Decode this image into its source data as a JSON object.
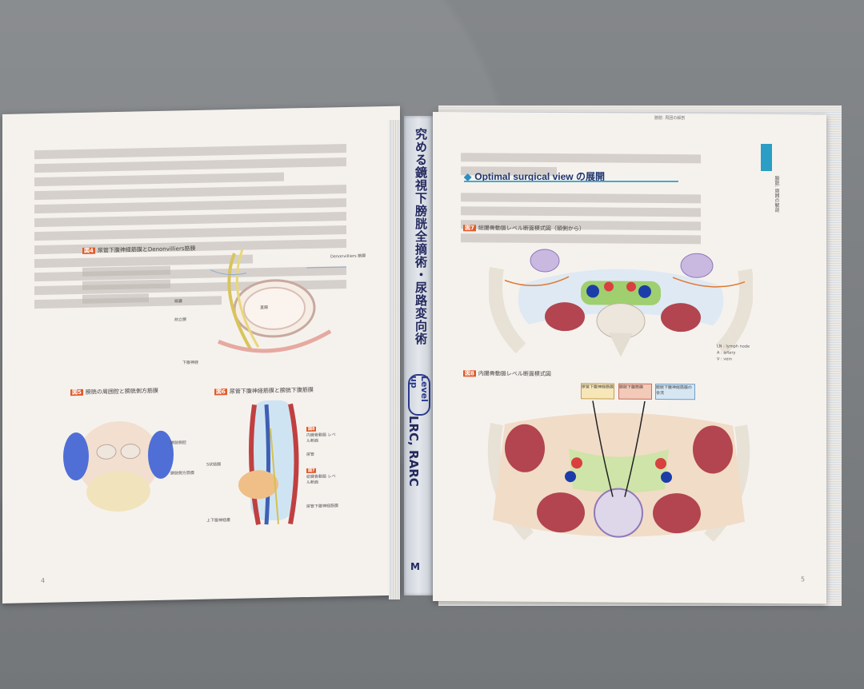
{
  "book": {
    "spine_title": "究める鏡視下膀胱全摘術・尿路変向術",
    "spine_badge": "Level up",
    "spine_sub": "LRC, RARC"
  },
  "left_page": {
    "page_number": "4",
    "fig4_num": "図4",
    "fig4_title": "尿管下腹神経筋膜とDenonvilliers筋膜",
    "fig5_num": "図5",
    "fig5_title": "膀胱の周囲腔と膀胱側方筋膜",
    "fig6_num": "図6",
    "fig6_title": "尿管下腹神経筋膜と膀胱下腹筋膜",
    "labels": {
      "denonvilliers": "Denonvilliers 筋膜",
      "seminal": "精嚢",
      "prostate": "前立腺",
      "rectum": "直腸",
      "hypogastric_nerve": "下腹神経",
      "bladder_lateral": "膀胱側腔",
      "vesico_fascia": "膀胱側方筋膜",
      "s_fascia": "S状結腸",
      "ureter": "尿管",
      "fig8": "図8",
      "fig8_text": "内腸骨動脈 レベル断面",
      "fig7": "図7",
      "fig7_text": "総腸骨動脈 レベル断面",
      "lower_hypogastric": "上下腹神経叢",
      "ureter_hypo": "尿管下腹神経筋膜"
    }
  },
  "right_page": {
    "page_number": "5",
    "header": "膀胱: 周囲の解剖",
    "heading": "Optimal surgical view の展開",
    "fig7_num": "図7",
    "fig7_title": "総腸骨動脈レベル断面模式図（頭側から）",
    "fig8_num": "図8",
    "fig8_title": "内腸骨動脈レベル断面模式図",
    "legend": [
      "LN : lymph node",
      "A : artery",
      "V : vein"
    ],
    "boxes": [
      "尿管下腹神経筋膜",
      "膀胱下腹筋膜",
      "膀胱下腹神経筋膜の合流"
    ]
  },
  "colors": {
    "page": "#f5f2ee",
    "spine_text": "#23295e",
    "accent_blue": "#2a9ec4",
    "fig_orange": "#e05a2a",
    "muscle": "#b2454f"
  }
}
